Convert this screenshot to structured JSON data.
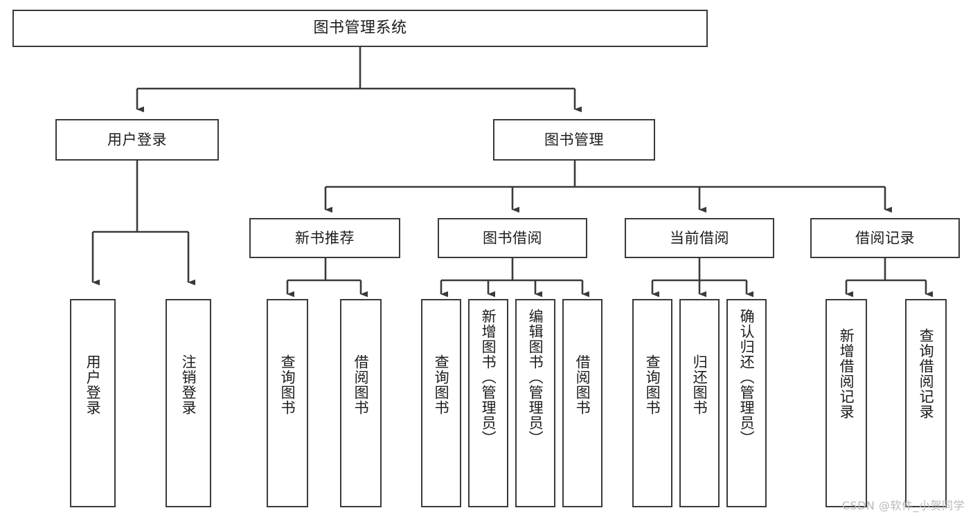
{
  "diagram": {
    "title": "图书管理系统",
    "type": "function-structure-tree",
    "colors": {
      "border": "#3a3a3a",
      "background": "#ffffff",
      "text": "#1c1c1c",
      "connector": "#3a3a3a",
      "watermark": "#b9b9b9"
    },
    "levels": {
      "root": {
        "label": "图书管理系统"
      },
      "level2": [
        {
          "label": "用户登录"
        },
        {
          "label": "图书管理"
        }
      ],
      "level3": [
        {
          "label": "新书推荐"
        },
        {
          "label": "图书借阅"
        },
        {
          "label": "当前借阅"
        },
        {
          "label": "借阅记录"
        }
      ],
      "leaves": {
        "user_login": [
          {
            "label": "用户登录"
          },
          {
            "label": "注销登录"
          }
        ],
        "new_book_recommend": [
          {
            "label": "查询图书"
          },
          {
            "label": "借阅图书"
          }
        ],
        "book_borrow": [
          {
            "label": "查询图书"
          },
          {
            "label": "新增图书（管理员）"
          },
          {
            "label": "编辑图书（管理员）"
          },
          {
            "label": "借阅图书"
          }
        ],
        "current_borrow": [
          {
            "label": "查询图书"
          },
          {
            "label": "归还图书"
          },
          {
            "label": "确认归还（管理员）"
          }
        ],
        "borrow_record": [
          {
            "label": "新增借阅记录"
          },
          {
            "label": "查询借阅记录"
          }
        ]
      }
    }
  },
  "watermark": {
    "text": "CSDN @软件_小贺同学"
  }
}
